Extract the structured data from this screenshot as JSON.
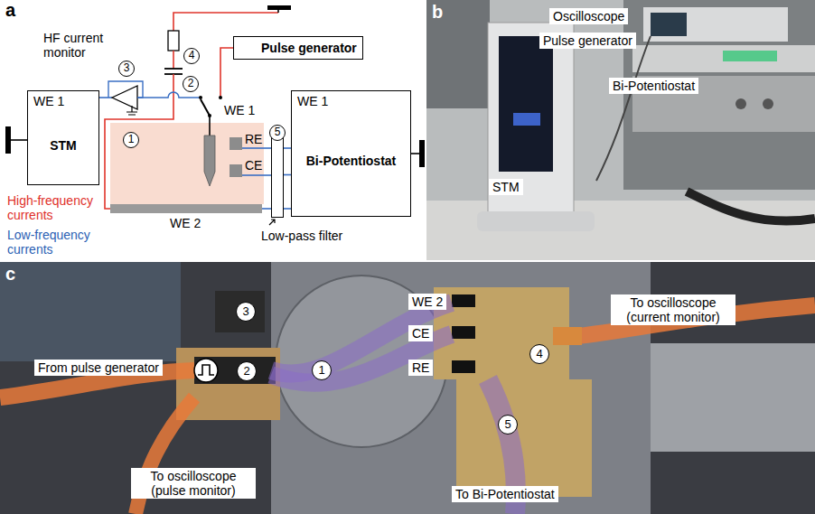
{
  "diagram": {
    "nodes": [
      {
        "text": [
          "WE 1",
          "STM"
        ]
      },
      {
        "text": [
          "Pulse generator"
        ]
      },
      {
        "text": [
          "WE 1",
          "Bi-Potentiostat"
        ]
      },
      {
        "text": [
          "Low-pass filter"
        ]
      }
    ],
    "edges": [
      {
        "from": 3,
        "to": 2,
        "arrow": "none"
      }
    ],
    "labels": [
      "a",
      "HF current monitor",
      "4",
      "3",
      "2",
      "WE 1",
      "1",
      "RE",
      "CE",
      "5",
      "WE 2",
      "High-frequency currents",
      "Low-frequency currents",
      "b",
      "Oscilloscope",
      "Pulse generator",
      "Bi-Potentiostat",
      "STM",
      "c",
      "From pulse generator",
      "To oscilloscope (pulse monitor)",
      "3",
      "2",
      "1",
      "WE 2",
      "CE",
      "RE",
      "4",
      "To oscilloscope (current monitor)",
      "5",
      "To Bi-Potentiostat"
    ]
  }
}
